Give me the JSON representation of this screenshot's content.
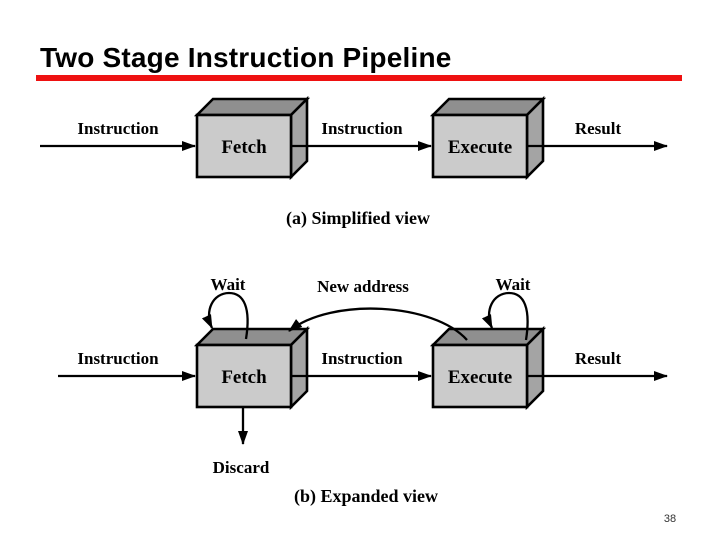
{
  "slide": {
    "title": "Two Stage Instruction Pipeline",
    "page_number": "38"
  },
  "colors": {
    "accent_rule": "#ee1111",
    "box_front": "#cbcbcb",
    "box_top": "#8f8f8f",
    "box_side": "#a4a4a4",
    "line": "#000000"
  },
  "diagram_a": {
    "caption": "(a) Simplified view",
    "fetch_label": "Fetch",
    "execute_label": "Execute",
    "input_label": "Instruction",
    "transfer_label": "Instruction",
    "output_label": "Result"
  },
  "diagram_b": {
    "caption": "(b) Expanded view",
    "fetch_label": "Fetch",
    "execute_label": "Execute",
    "input_label": "Instruction",
    "transfer_label": "Instruction",
    "output_label": "Result",
    "wait_fetch_label": "Wait",
    "wait_execute_label": "Wait",
    "new_address_label": "New address",
    "discard_label": "Discard"
  }
}
